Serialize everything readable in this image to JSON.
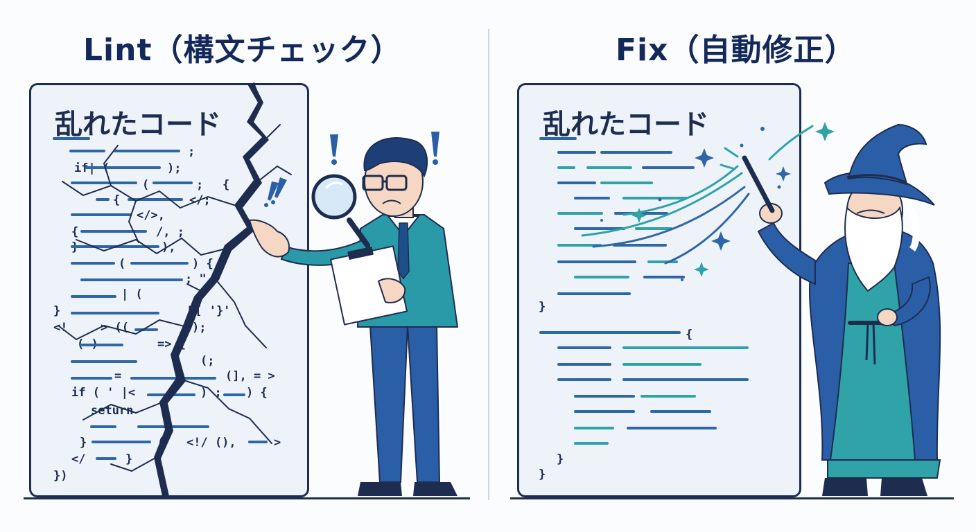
{
  "left": {
    "title": "Lint（構文チェック）",
    "panel_title": "乱れたコード",
    "code_tokens": [
      ";",
      "if| (",
      ");",
      "(",
      ";",
      "{",
      "{",
      "</;",
      "</>,",
      "{",
      "/, ;",
      "}",
      "),",
      "(",
      ") {",
      "; \"",
      "| (",
      "}",
      "F[ '}'",
      "<!",
      "> ((",
      ");",
      "(-) –",
      "=> {",
      "(;",
      "=",
      "(], = >",
      "if ( ' |<",
      ") ;",
      ") {",
      "seturn",
      "}",
      "(",
      "<!/ (),",
      ">",
      "</",
      "}",
      "})"
    ]
  },
  "right": {
    "title": "Fix（自動修正）",
    "panel_title": "乱れたコード",
    "code_tokens": [
      "}",
      "{",
      "}",
      "}"
    ]
  },
  "colors": {
    "navy": "#1e2d4f",
    "blue": "#2f67a6",
    "teal": "#2fa3a8",
    "panel_bg": "#eef3f9",
    "title": "#14295a"
  }
}
